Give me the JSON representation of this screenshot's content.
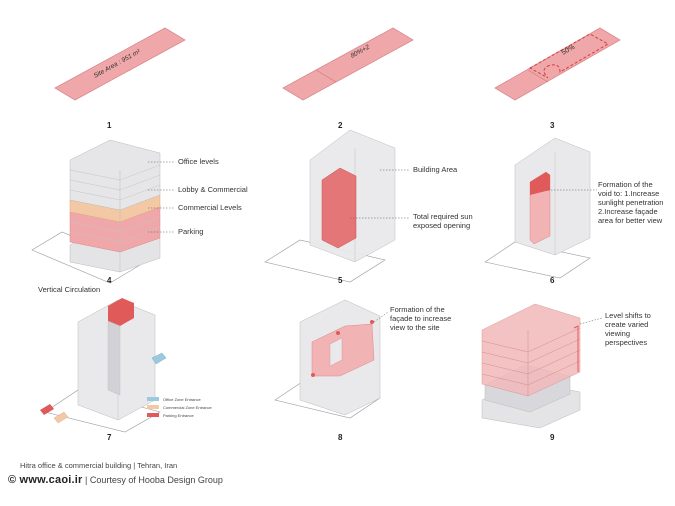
{
  "steps": [
    {
      "number": "1",
      "site_label": "Site Area : 951 m²"
    },
    {
      "number": "2",
      "site_label": "80%+2"
    },
    {
      "number": "3",
      "site_label": "50%"
    },
    {
      "number": "4",
      "labels": [
        "Office levels",
        "Lobby & Commercial",
        "Commercial Levels",
        "Parking"
      ],
      "extra_label": "Vertical Circulation"
    },
    {
      "number": "5",
      "labels": [
        "Building Area",
        "Total required sun exposed opening"
      ]
    },
    {
      "number": "6",
      "labels": [
        "Formation of the void to: 1.Increase sunlight penetration 2.Increase façade area for better view"
      ]
    },
    {
      "number": "7",
      "legend": [
        "Office Zone Entrance",
        "Commercial Zone Entrance",
        "Parking Entrance"
      ]
    },
    {
      "number": "8",
      "labels": [
        "Formation of the façade to increase view to the site"
      ]
    },
    {
      "number": "9",
      "labels": [
        "Level shifts to create varied viewing perspectives"
      ]
    }
  ],
  "colors": {
    "pink": "#f0a7a9",
    "red": "#e05a5a",
    "peach": "#f3c8a5",
    "blue": "#9cc9e0",
    "gray": "#d9d9dc"
  },
  "footer": {
    "project": "Hitra office & commercial building  |  Tehran, Iran",
    "site": "© www.caoi.ir",
    "credit": "|  Courtesy of Hooba Design Group"
  }
}
